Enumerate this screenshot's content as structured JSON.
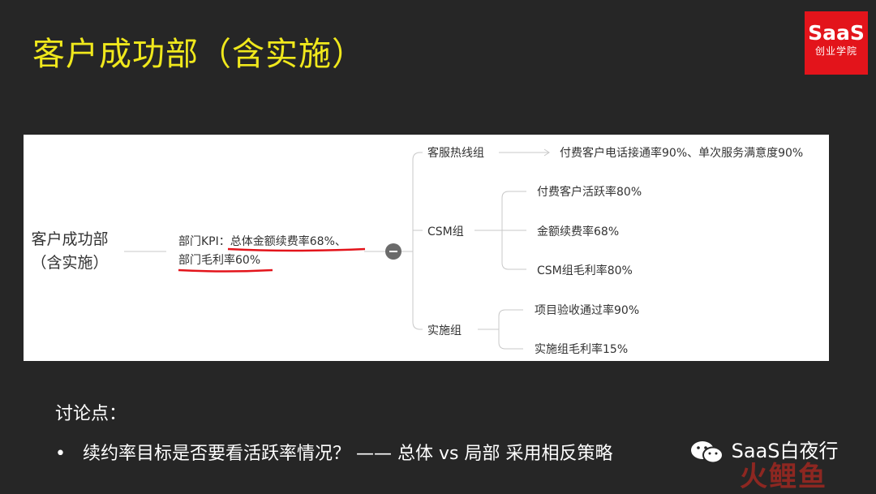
{
  "slide": {
    "title": "客户成功部（含实施）",
    "logo": {
      "main": "SaaS",
      "sub": "创业学院",
      "color": "#e3141b"
    },
    "accent_color": "#f0e81c"
  },
  "mindmap": {
    "root_line1": "客户成功部",
    "root_line2": "（含实施）",
    "kpi_line1_prefix": "部门KPI：",
    "kpi_line1_underlined": "总体金额续费率68%、",
    "kpi_line2_underlined": "部门毛利率60%",
    "underline_color": "#e3141b",
    "groups": [
      {
        "name": "客服热线组",
        "items": [
          "付费客户电话接通率90%、单次服务满意度90%"
        ]
      },
      {
        "name": "CSM组",
        "items": [
          "付费客户活跃率80%",
          "金额续费率68%",
          "CSM组毛利率80%"
        ]
      },
      {
        "name": "实施组",
        "items": [
          "项目验收通过率90%",
          "实施组毛利率15%"
        ]
      }
    ]
  },
  "discussion": {
    "heading": "讨论点：",
    "bullet_symbol": "•",
    "bullet_text": "续约率目标是否要看活跃率情况？ —— 总体 vs 局部 采用相反策略"
  },
  "footer": {
    "wechat_account": "SaaS白夜行",
    "wechat_icon": "wechat-icon",
    "watermark": "火鲤鱼"
  }
}
